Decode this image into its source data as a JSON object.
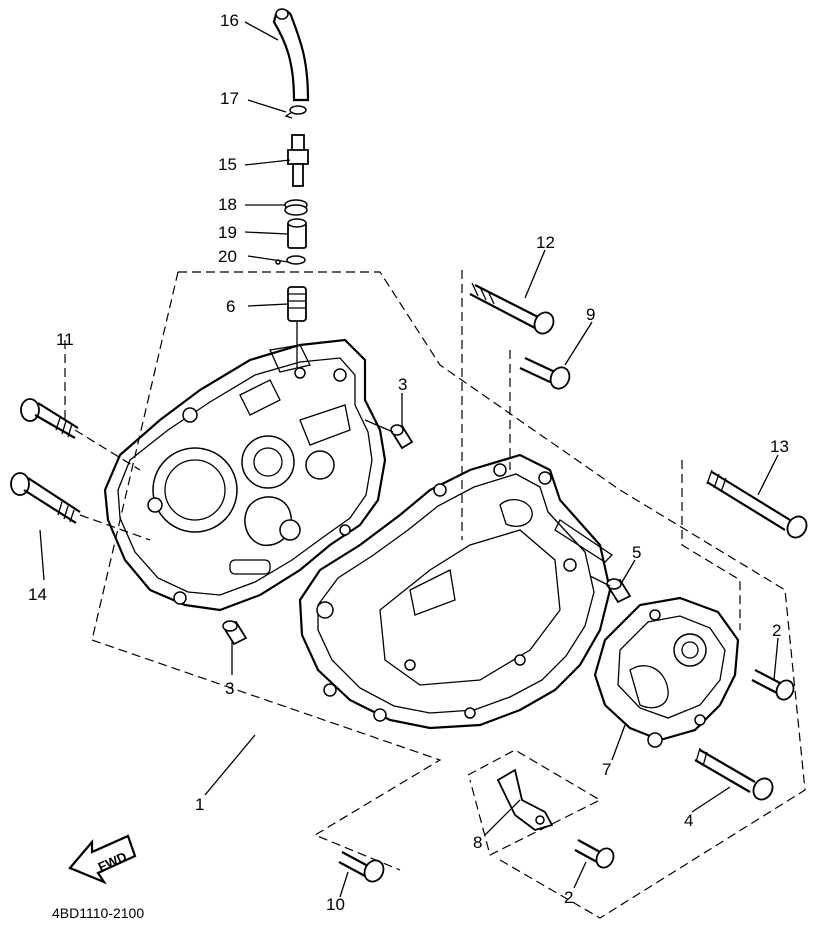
{
  "diagram": {
    "drawing_code": "4BD1110-2100",
    "fwd_label": "FWD",
    "callouts": [
      "16",
      "17",
      "15",
      "18",
      "19",
      "20",
      "6",
      "12",
      "9",
      "11",
      "3",
      "14",
      "13",
      "5",
      "2",
      "3",
      "1",
      "7",
      "4",
      "8",
      "10",
      "2"
    ]
  },
  "colors": {
    "ink": "#000000",
    "paper": "#ffffff"
  }
}
